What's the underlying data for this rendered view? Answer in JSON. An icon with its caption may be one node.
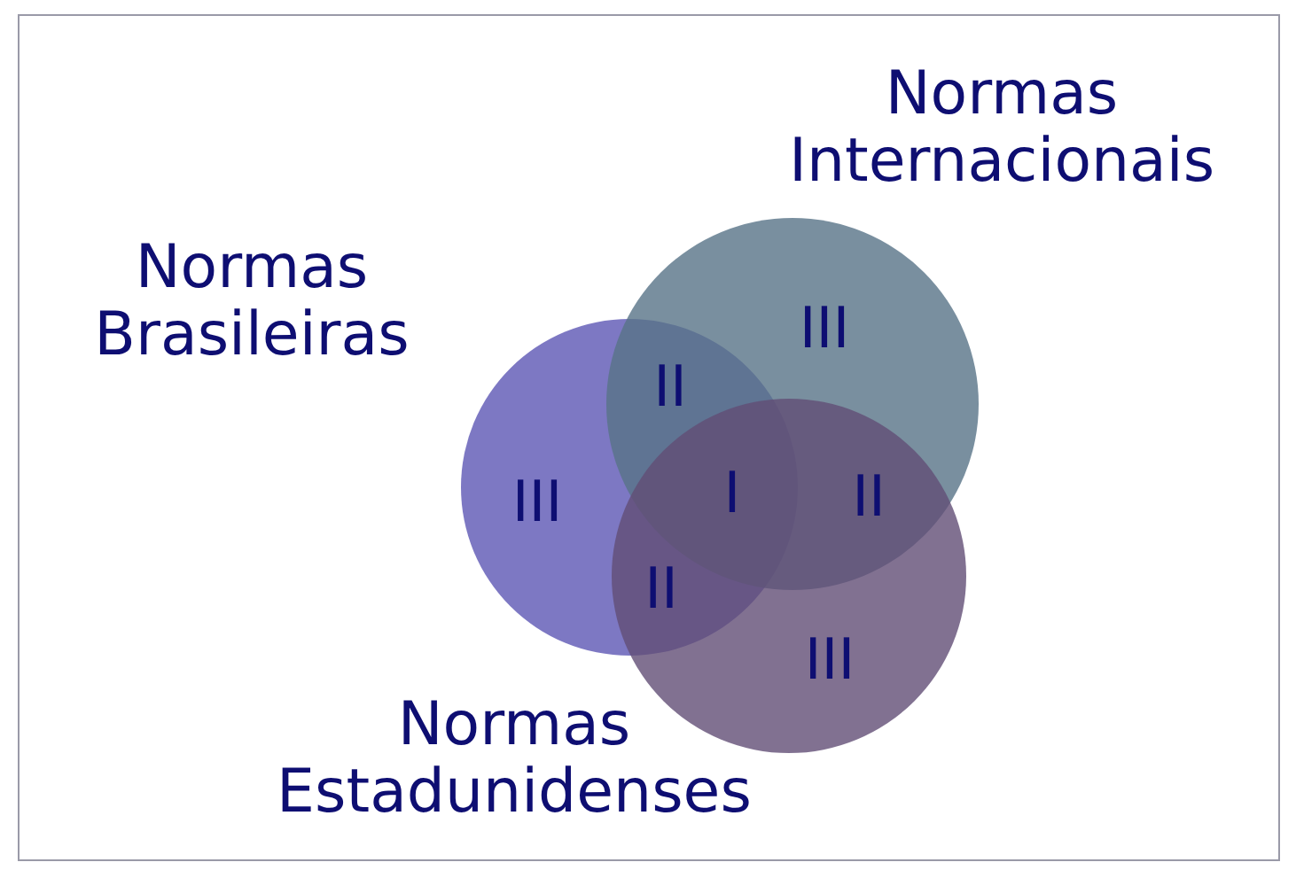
{
  "diagram": {
    "nodes": [
      {
        "text": [
          "Normas Brasileiras"
        ]
      },
      {
        "text": [
          "Normas Internacionais"
        ]
      },
      {
        "text": [
          "Normas Estadunidenses"
        ]
      }
    ],
    "labels": [
      "III",
      "II",
      "III",
      "I",
      "II",
      "II",
      "III"
    ]
  }
}
